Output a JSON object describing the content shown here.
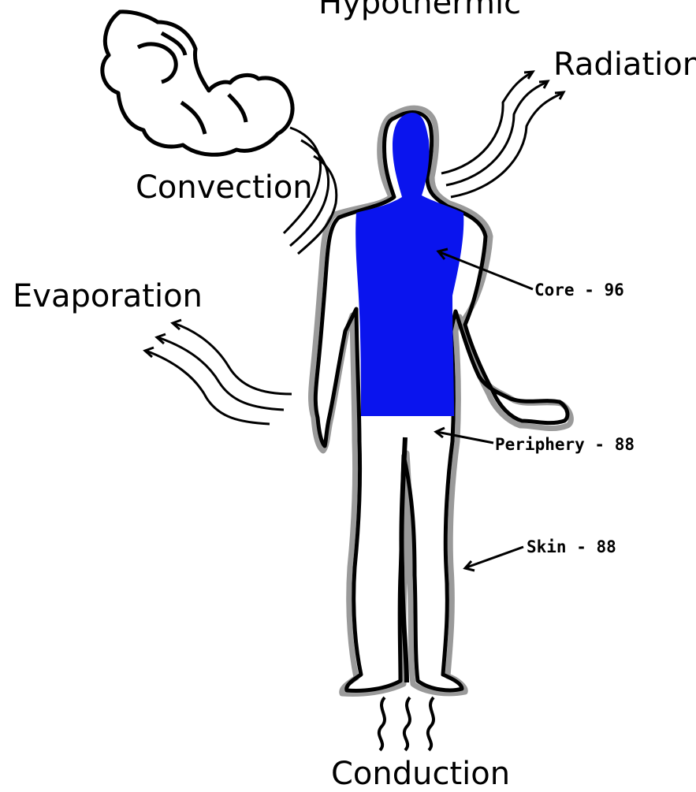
{
  "title": "Hypothermic",
  "labels": {
    "radiation": "Radiation",
    "convection": "Convection",
    "evaporation": "Evaporation",
    "conduction": "Conduction",
    "core": "Core - 96",
    "periphery": "Periphery - 88",
    "skin": "Skin - 88"
  },
  "colors": {
    "core": "#0a14ee",
    "outline": "#000000",
    "outline_shade": "#9a9a9a",
    "background": "#ffffff"
  }
}
